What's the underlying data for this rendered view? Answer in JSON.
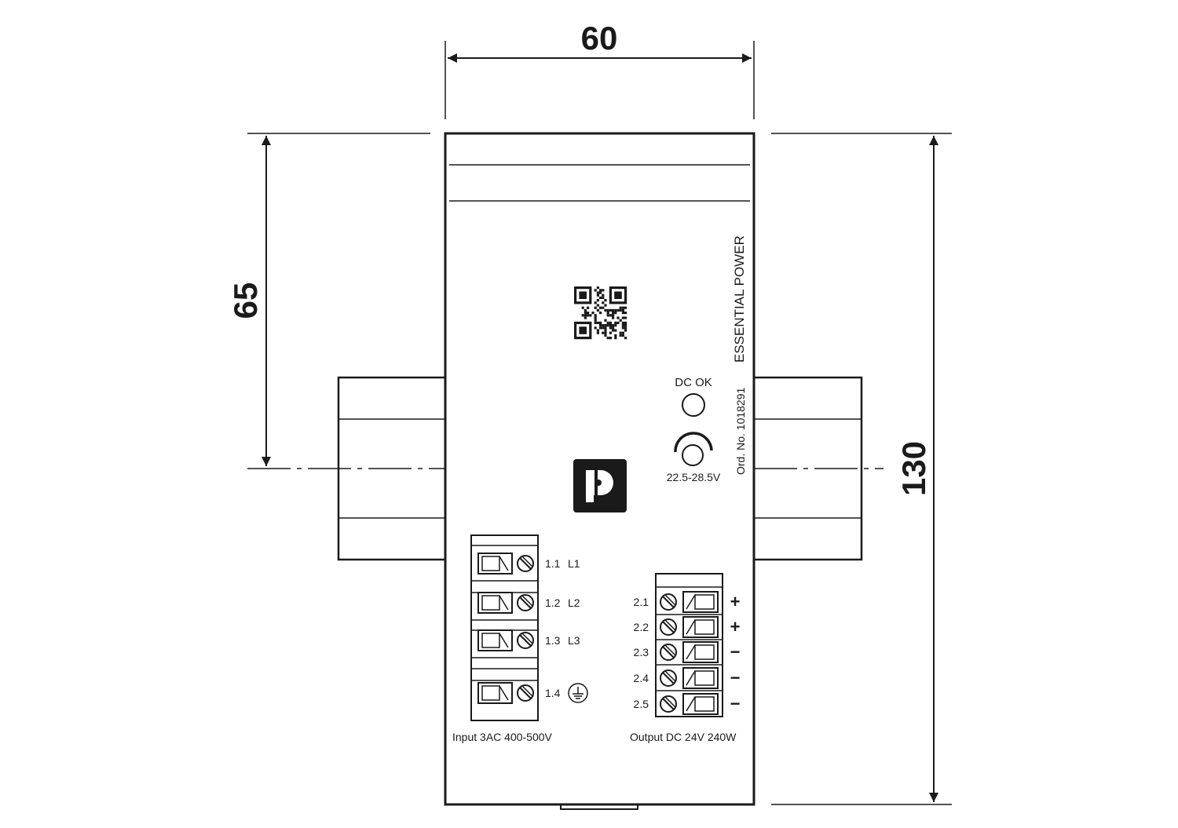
{
  "dimensions": {
    "width": "60",
    "height_to_rail": "65",
    "height_total": "130"
  },
  "device": {
    "series": "ESSENTIAL POWER",
    "order_number": "Ord. No. 1018291",
    "led_label": "DC OK",
    "adjust_label": "22.5-28.5V"
  },
  "input_block": {
    "caption": "Input 3AC 400-500V",
    "terminals": [
      {
        "id": "1.1",
        "signal": "L1"
      },
      {
        "id": "1.2",
        "signal": "L2"
      },
      {
        "id": "1.3",
        "signal": "L3"
      },
      {
        "id": "1.4",
        "signal": ""
      }
    ],
    "ground_icon": "protective-earth-icon"
  },
  "output_block": {
    "caption": "Output DC 24V 240W",
    "terminals": [
      {
        "id": "2.1",
        "polarity": "+"
      },
      {
        "id": "2.2",
        "polarity": "+"
      },
      {
        "id": "2.3",
        "polarity": "−"
      },
      {
        "id": "2.4",
        "polarity": "−"
      },
      {
        "id": "2.5",
        "polarity": "−"
      }
    ]
  },
  "icons": {
    "logo": "manufacturer-logo-icon",
    "qr": "qr-code-icon",
    "potentiometer": "potentiometer-icon",
    "led": "led-indicator-icon"
  },
  "colors": {
    "line": "#1a1a1a",
    "background": "#ffffff"
  }
}
